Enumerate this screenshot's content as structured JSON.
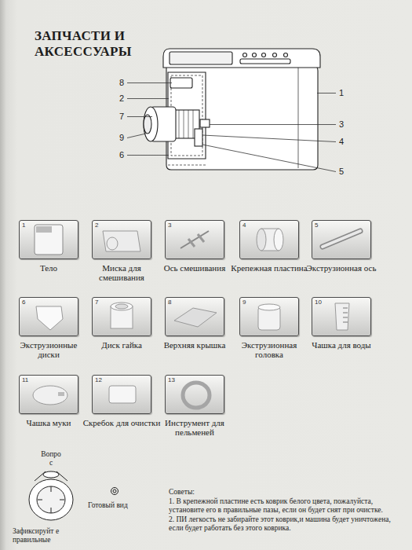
{
  "diagram": {
    "title": "ЗАПЧАСТИ И АКСЕССУАРЫ",
    "nodes": [
      {
        "text": [
          "1",
          "Тело"
        ]
      },
      {
        "text": [
          "2",
          "Миска для смешивания"
        ]
      },
      {
        "text": [
          "3",
          "Ось смешивания"
        ]
      },
      {
        "text": [
          "4",
          "Крепежная пластина"
        ]
      },
      {
        "text": [
          "5",
          "Экструзионная ось"
        ]
      },
      {
        "text": [
          "6",
          "Экструзионные диски"
        ]
      },
      {
        "text": [
          "7",
          "Диск гайка"
        ]
      },
      {
        "text": [
          "8",
          "Верхняя крышка"
        ]
      },
      {
        "text": [
          "9",
          "Экструзионная головка"
        ]
      },
      {
        "text": [
          "10",
          "Чашка для воды"
        ]
      },
      {
        "text": [
          "11",
          "Чашка муки"
        ]
      },
      {
        "text": [
          "12",
          "Скребок для очистки"
        ]
      },
      {
        "text": [
          "13",
          "Инструмент для пельменей"
        ]
      }
    ],
    "labels": [
      "8",
      "2",
      "1",
      "7",
      "3",
      "9",
      "4",
      "6",
      "5",
      "Вопро с",
      "Зафиксируйт е правильные",
      "Готовый вид",
      "Советы:",
      "1. В крепежной пластине есть коврик белого цвета, пожалуйста, установите его в правильные пазы, если он будет снят при очистке.",
      "2. ПИ легкость не забирайте этот коврик,и машина будет уничтожена, если будет работать без этого коврика."
    ]
  }
}
